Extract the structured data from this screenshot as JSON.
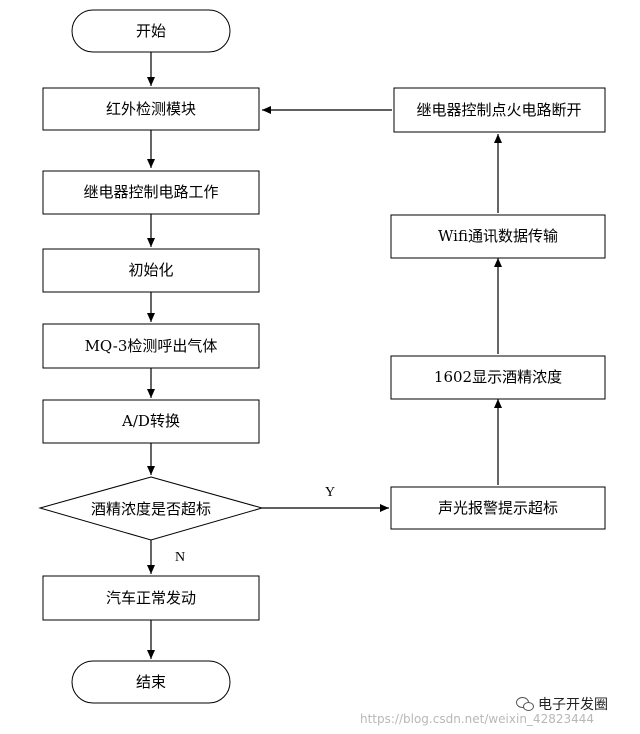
{
  "nodes": {
    "start": "开始",
    "ir_module": "红外检测模块",
    "relay_circuit": "继电器控制电路工作",
    "init": "初始化",
    "mq3": "MQ-3检测呼出气体",
    "ad": "A/D转换",
    "decision": "酒精浓度是否超标",
    "car_start": "汽车正常发动",
    "end": "结束",
    "alarm": "声光报警提示超标",
    "lcd": "1602显示酒精浓度",
    "wifi": "Wifi通讯数据传输",
    "relay_cutoff": "继电器控制点火电路断开"
  },
  "edges": {
    "yes_label": "Y",
    "no_label": "N"
  },
  "watermark": {
    "logo_text": "电子开发圈",
    "url": "https://blog.csdn.net/weixin_42823444"
  }
}
